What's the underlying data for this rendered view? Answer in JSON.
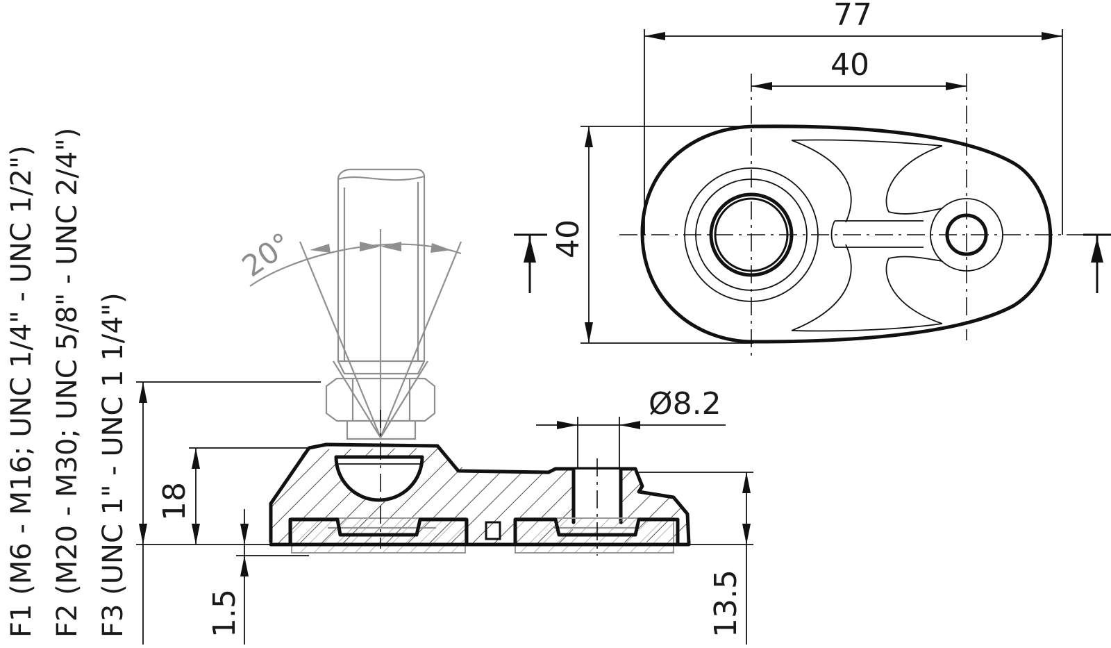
{
  "drawing": {
    "specs": {
      "f1": "F1 (M6 - M16; UNC 1/4\" - UNC 1/2\")",
      "f2": "F2 (M20 - M30; UNC 5/8\" - UNC 2/4\")",
      "f3": "F3 (UNC 1\" - UNC 1 1/4\")"
    },
    "angle": "20°",
    "dimensions": {
      "total_length": "77",
      "hole_spacing": "40",
      "width": "40",
      "hole_diameter": "Ø8.2",
      "height": "18",
      "base_thickness": "1.5",
      "side_height": "13.5"
    },
    "colors": {
      "line": "#111111",
      "ghost": "#8f8f8f",
      "background": "#ffffff"
    }
  }
}
